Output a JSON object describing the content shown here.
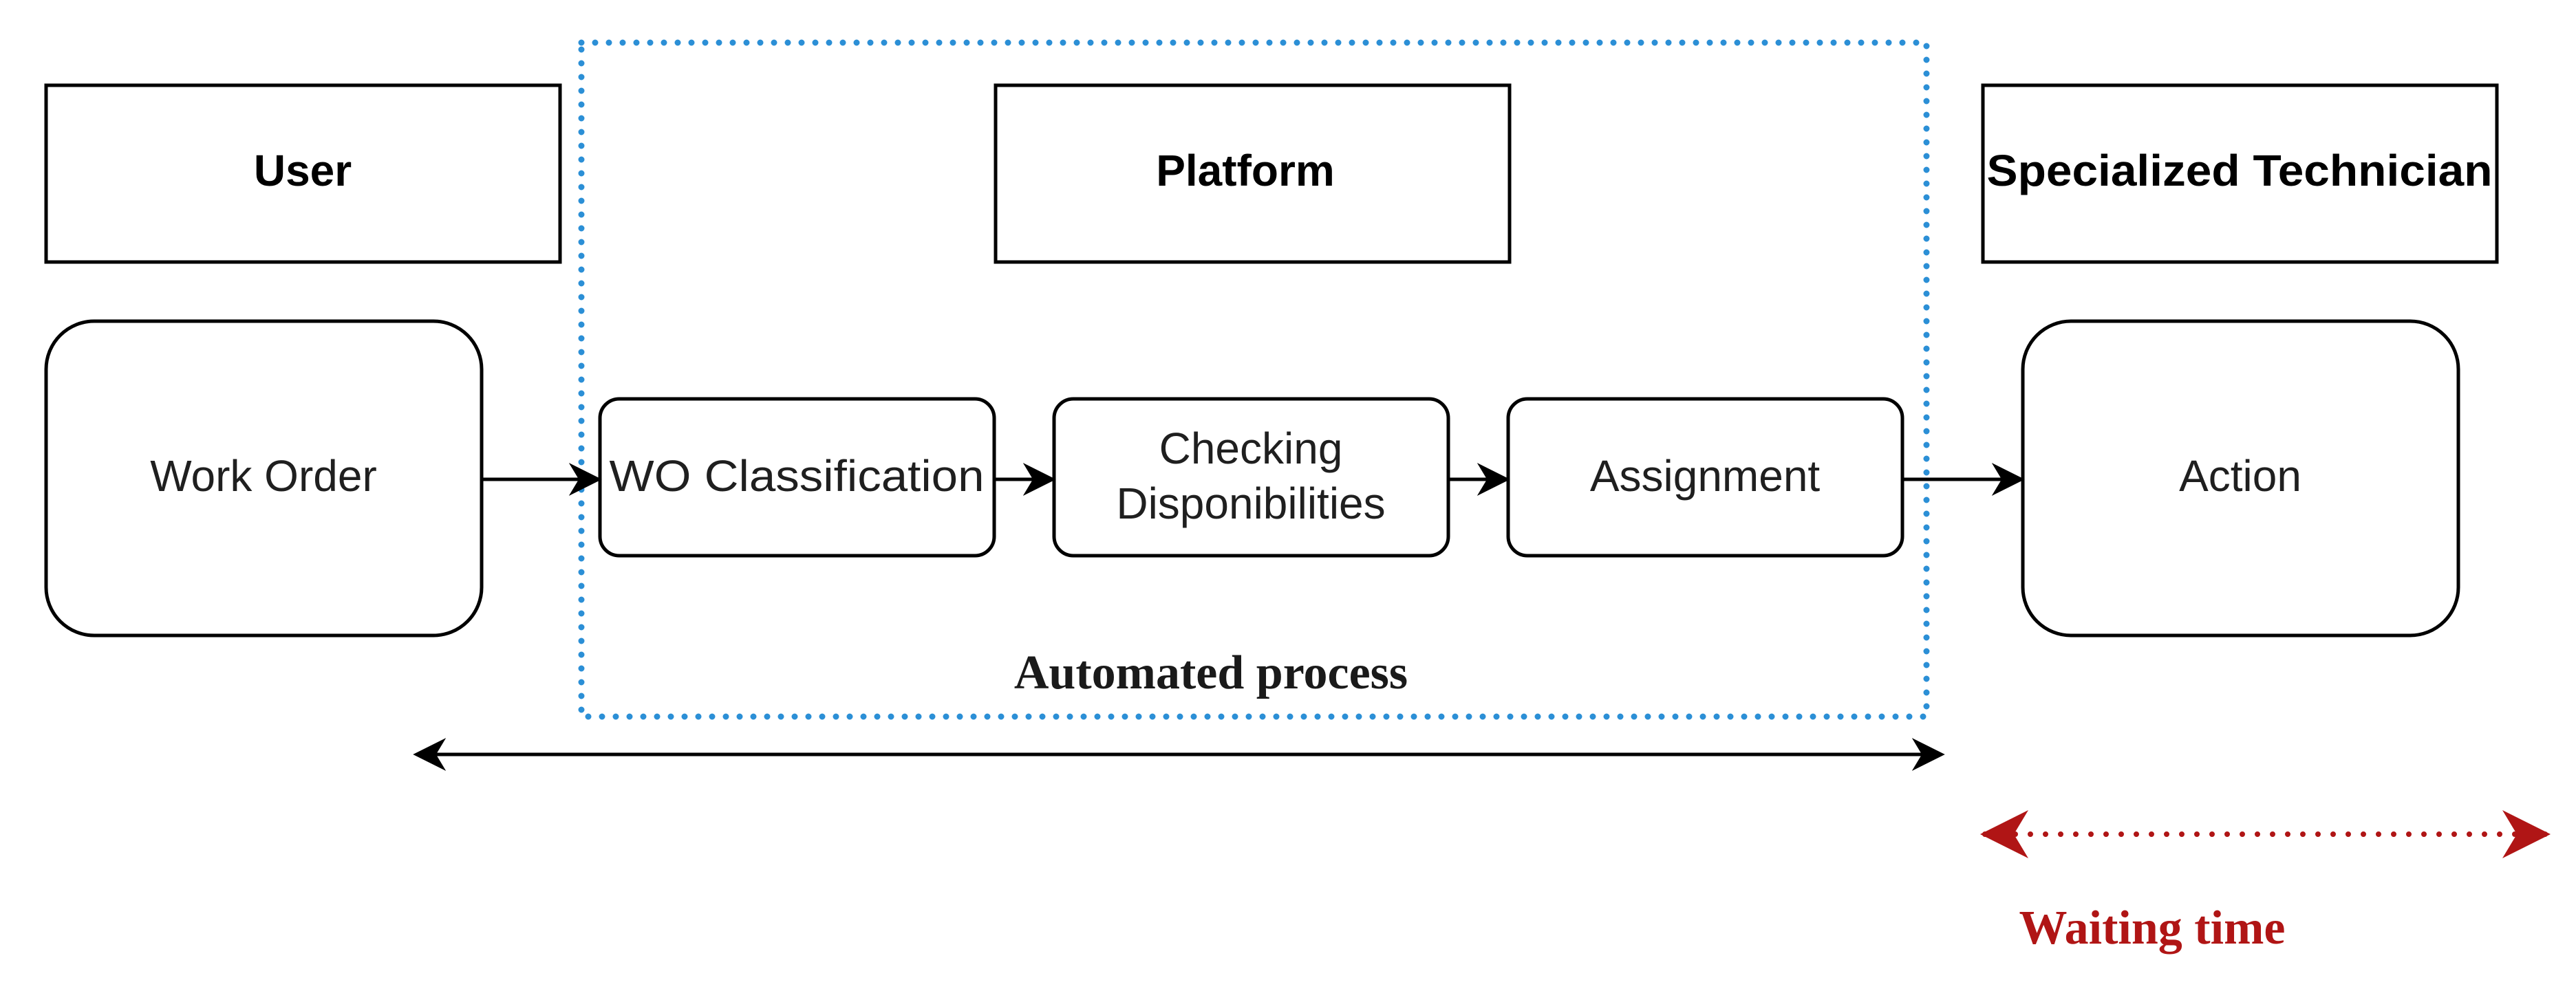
{
  "lanes": {
    "user": "User",
    "platform": "Platform",
    "technician": "Specialized Technician"
  },
  "steps": {
    "work_order": "Work Order",
    "wo_classification": "WO Classification",
    "checking_line1": "Checking",
    "checking_line2": "Disponibilities",
    "assignment": "Assignment",
    "action": "Action"
  },
  "annotations": {
    "automated_process": "Automated process",
    "waiting_time": "Waiting time"
  },
  "colors": {
    "automated_border": "#2b8fd6",
    "waiting_color": "#b01515",
    "stroke": "#000000"
  }
}
